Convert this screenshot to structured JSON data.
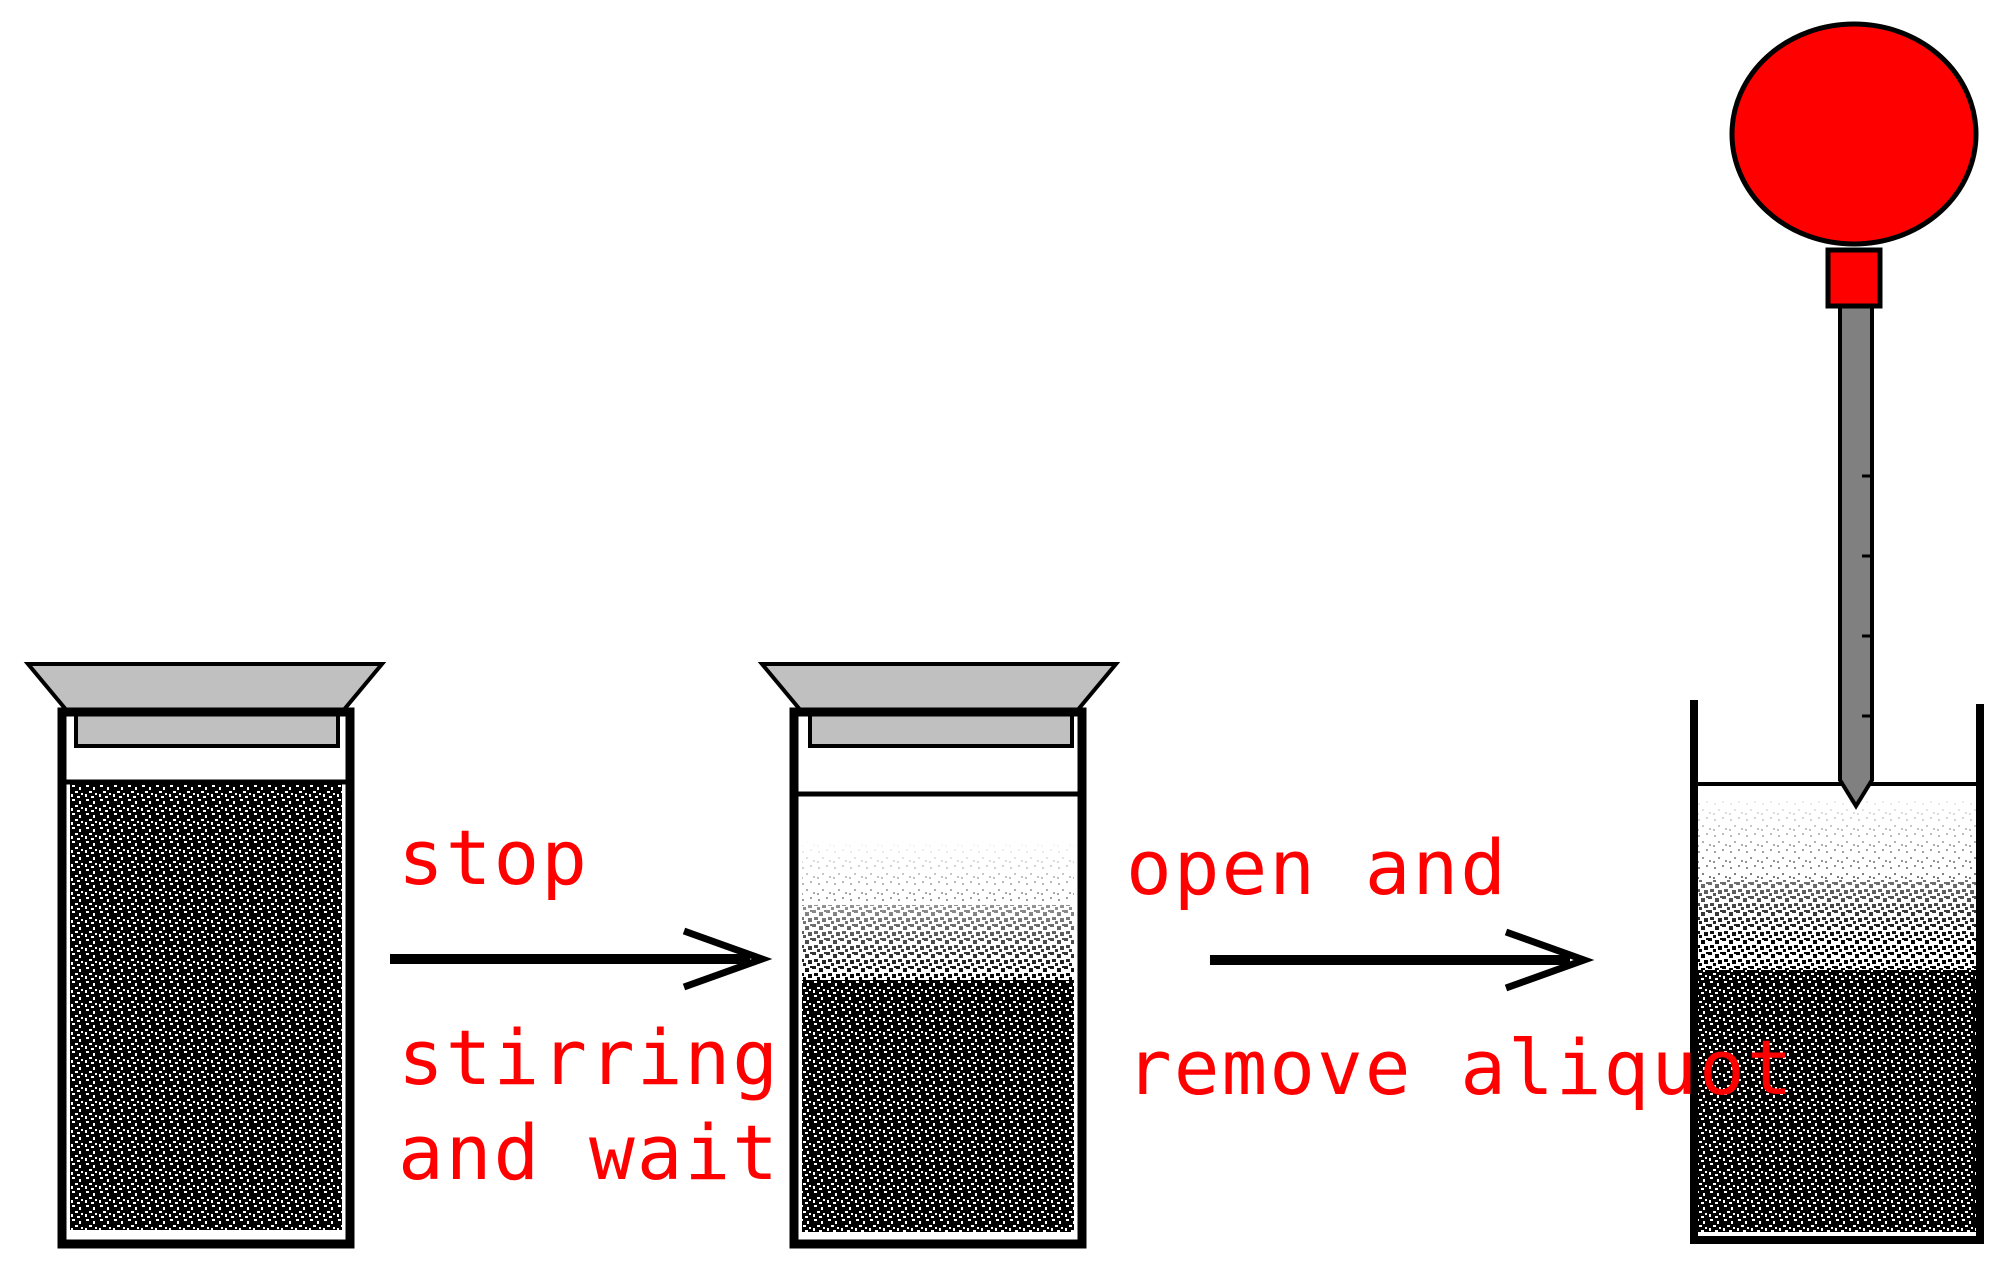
{
  "colors": {
    "ink": "#000000",
    "label_text": "#ff0000",
    "bulb": "#ff0000",
    "funnel": "#c0c0c0",
    "pipette": "#808080"
  },
  "steps": [
    {
      "name": "stirred-suspension",
      "settled": false
    },
    {
      "name": "settled-suspension",
      "settled": true
    },
    {
      "name": "open-beaker",
      "settled": true
    }
  ],
  "arrows": [
    {
      "top_text": "stop",
      "bottom_text_lines": [
        "stirring",
        "and wait"
      ]
    },
    {
      "top_text": "open and",
      "bottom_text_lines": [
        "remove aliquot"
      ]
    }
  ]
}
